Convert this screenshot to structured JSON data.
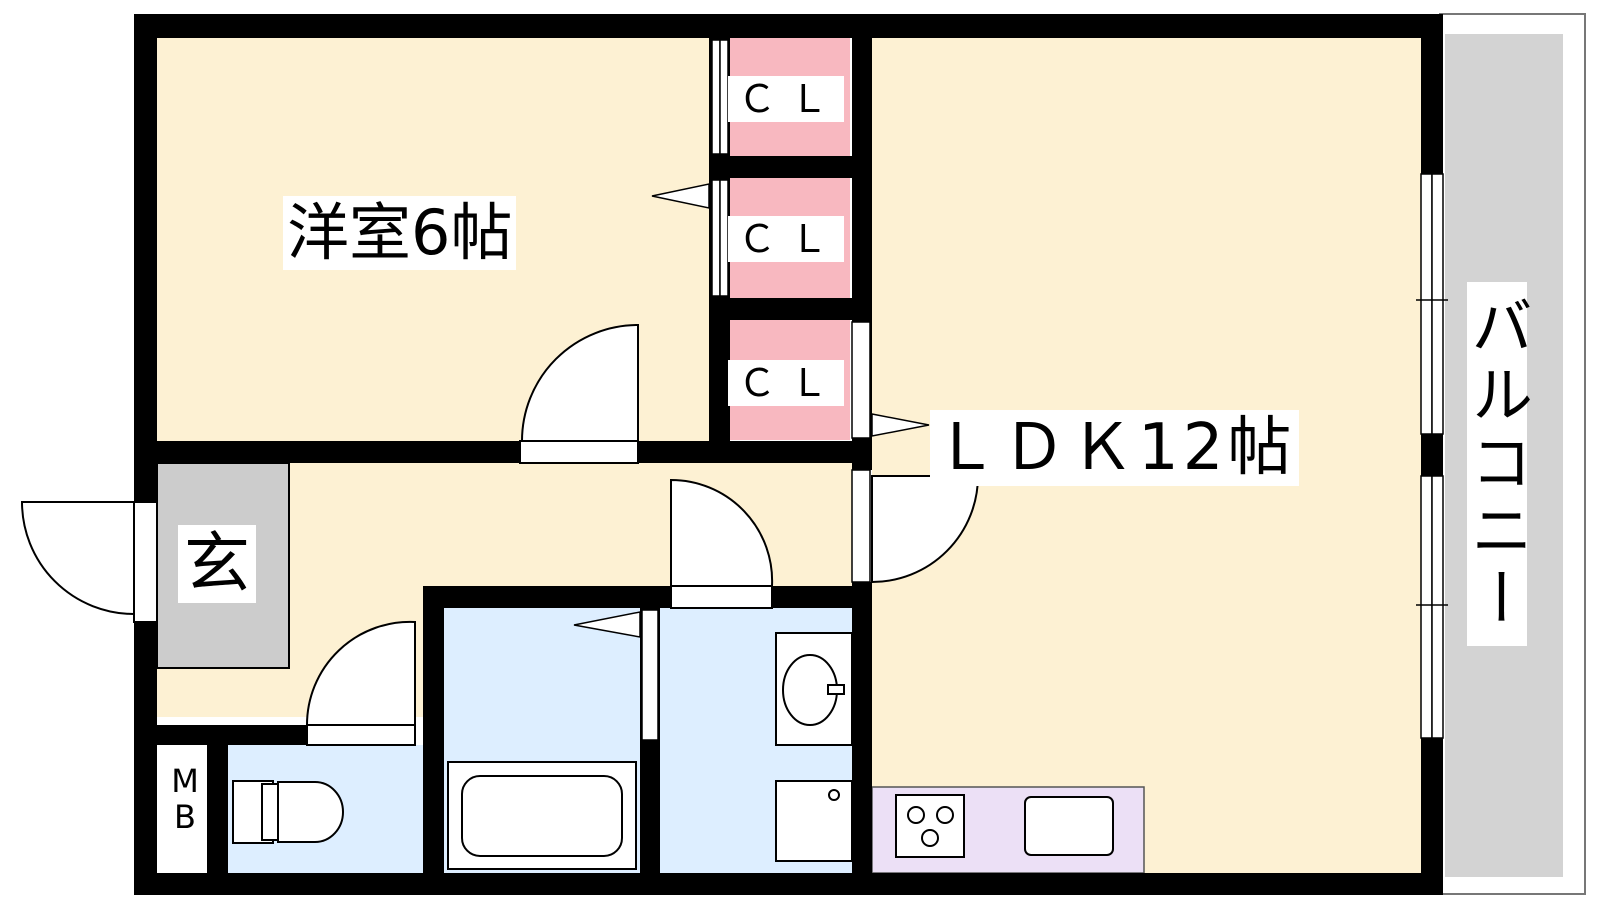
{
  "rooms": {
    "western_room": "洋室6帖",
    "ldk": "ＬＤＫ12帖",
    "entrance": "玄",
    "balcony": "バルコニー",
    "closet_1": "ＣＬ",
    "closet_2": "ＣＬ",
    "closet_3": "ＣＬ",
    "meter_box_line1": "M",
    "meter_box_line2": "B"
  },
  "colors": {
    "wall": "#000000",
    "room_floor": "#fdf1d3",
    "closet": "#f8b8c0",
    "wet_area": "#ddeeff",
    "entrance_floor": "#cccccc",
    "balcony": "#d3d3d3",
    "kitchen_counter": "#ece0f6"
  }
}
